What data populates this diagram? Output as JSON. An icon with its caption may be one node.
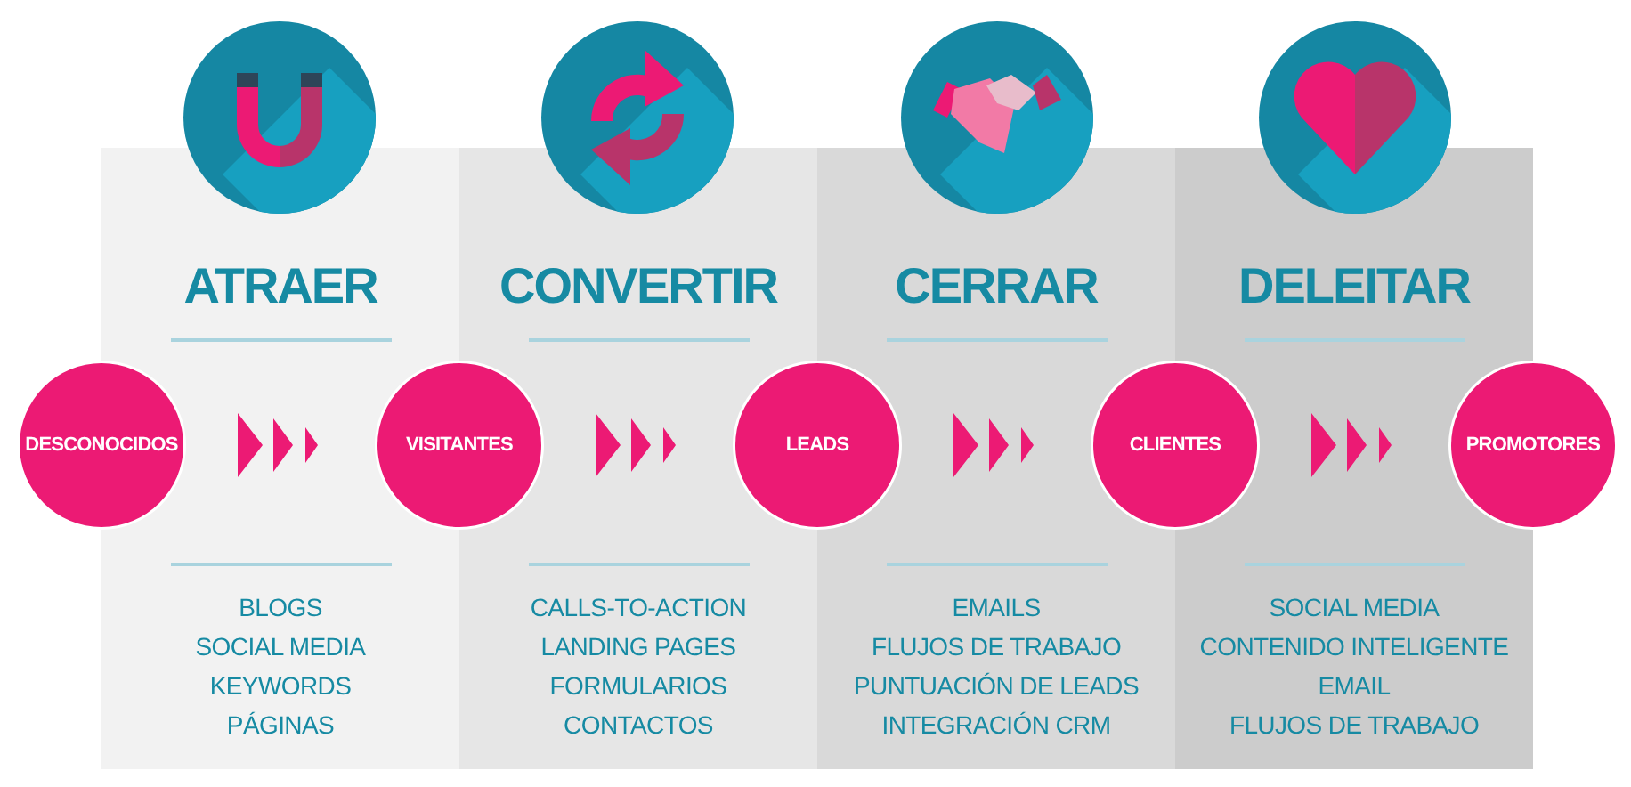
{
  "diagram": {
    "nodes": [
      {
        "text": [
          "ATRAER",
          "BLOGS",
          "SOCIAL MEDIA",
          "KEYWORDS",
          "PÁGINAS"
        ]
      },
      {
        "text": [
          "CONVERTIR",
          "CALLS-TO-ACTION",
          "LANDING PAGES",
          "FORMULARIOS",
          "CONTACTOS"
        ]
      },
      {
        "text": [
          "CERRAR",
          "EMAILS",
          "FLUJOS DE TRABAJO",
          "PUNTUACIÓN DE LEADS",
          "INTEGRACIÓN CRM"
        ]
      },
      {
        "text": [
          "DELEITAR",
          "SOCIAL MEDIA",
          "CONTENIDO INTELIGENTE",
          "EMAIL",
          "FLUJOS DE TRABAJO"
        ]
      },
      {
        "text": [
          "DESCONOCIDOS"
        ]
      },
      {
        "text": [
          "VISITANTES"
        ]
      },
      {
        "text": [
          "LEADS"
        ]
      },
      {
        "text": [
          "CLIENTES"
        ]
      },
      {
        "text": [
          "PROMOTORES"
        ]
      }
    ],
    "edges": [
      {
        "from": 4,
        "to": 5,
        "arrow": "to"
      },
      {
        "from": 5,
        "to": 6,
        "arrow": "to"
      },
      {
        "from": 6,
        "to": 7,
        "arrow": "to"
      },
      {
        "from": 7,
        "to": 8,
        "arrow": "to"
      }
    ]
  }
}
